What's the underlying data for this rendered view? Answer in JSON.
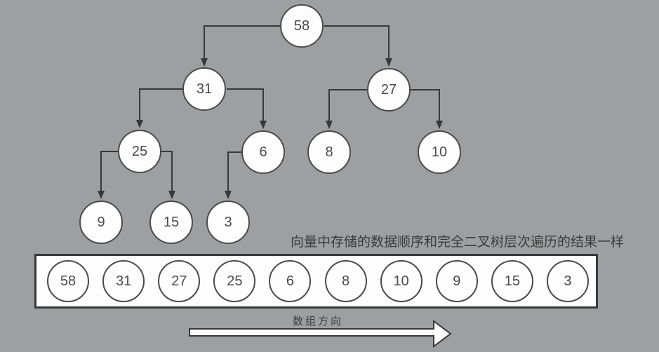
{
  "colors": {
    "background": "#9e9fa0",
    "line": "#383838",
    "node_fill": "#fdfdfd",
    "node_border": "#4a4a4a",
    "node_text": "#4a4a4a"
  },
  "tree": {
    "description": "binary heap shown as complete binary tree, level order",
    "nodes": [
      "58",
      "31",
      "27",
      "25",
      "6",
      "8",
      "10",
      "9",
      "15",
      "3"
    ],
    "edges": [
      [
        "58",
        "31"
      ],
      [
        "58",
        "27"
      ],
      [
        "31",
        "25"
      ],
      [
        "31",
        "6"
      ],
      [
        "27",
        "8"
      ],
      [
        "27",
        "10"
      ],
      [
        "25",
        "9"
      ],
      [
        "25",
        "15"
      ],
      [
        "6",
        "3"
      ]
    ]
  },
  "array": {
    "items": [
      "58",
      "31",
      "27",
      "25",
      "6",
      "8",
      "10",
      "9",
      "15",
      "3"
    ]
  },
  "captions": {
    "note": "向量中存储的数据顺序和完全二叉树层次遍历的结果一样",
    "array_direction": "数组方向"
  }
}
